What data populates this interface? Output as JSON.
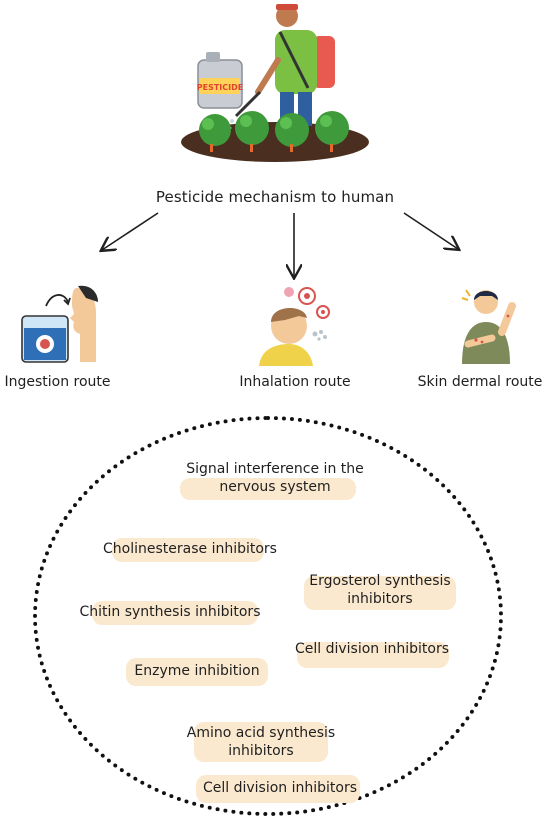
{
  "header": {
    "title": "Pesticide mechanism to human"
  },
  "illustration": {
    "canister_label": "PESTICIDE"
  },
  "routes": [
    {
      "label": "Ingestion route",
      "icon": "glass-drinking-icon"
    },
    {
      "label": "Inhalation route",
      "icon": "person-inhaling-icon"
    },
    {
      "label": "Skin dermal route",
      "icon": "person-skin-rash-icon"
    }
  ],
  "mechanisms": [
    {
      "label": "Signal interference in the\nnervous system"
    },
    {
      "label": "Cholinesterase inhibitors"
    },
    {
      "label": "Ergosterol synthesis\ninhibitors"
    },
    {
      "label": "Chitin synthesis inhibitors"
    },
    {
      "label": "Cell division inhibitors"
    },
    {
      "label": "Enzyme inhibition"
    },
    {
      "label": "Amino acid synthesis\ninhibitors"
    },
    {
      "label": "Cell division inhibitors"
    }
  ],
  "colors": {
    "highlight": "#fbe9cf",
    "soil": "#4a2e1f",
    "plant": "#3e9a3a",
    "shirt": "#7bc043",
    "pants": "#2f5f9f",
    "sprayer": "#e85a4f",
    "canister_label": "#e0432f"
  }
}
